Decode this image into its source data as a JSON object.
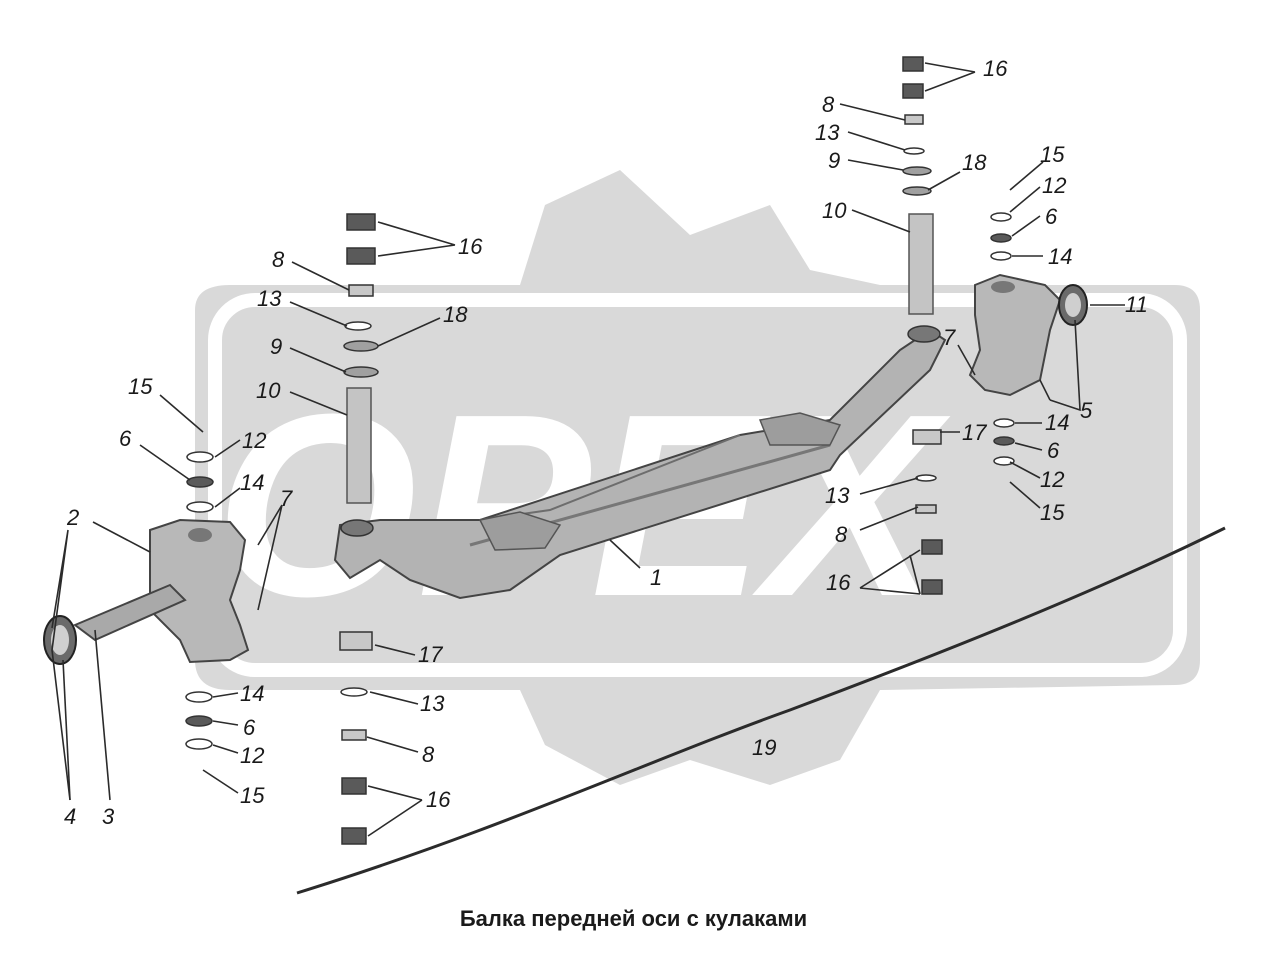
{
  "caption": "Балка передней оси с кулаками",
  "watermark": {
    "text": "ОРЕХ",
    "color": "#d9d9d9"
  },
  "part_labels": [
    "1",
    "2",
    "3",
    "4",
    "5",
    "6",
    "7",
    "8",
    "9",
    "10",
    "11",
    "12",
    "13",
    "14",
    "15",
    "16",
    "17",
    "18",
    "19"
  ],
  "callouts": {
    "c16_top_right": "16",
    "c8_top_right": "8",
    "c13_top_right": "13",
    "c9_top_right": "9",
    "c18_top_right": "18",
    "c10_top_right": "10",
    "c15_top_right": "15",
    "c12_top_right": "12",
    "c6_top_right": "6",
    "c14_top_right": "14",
    "c11": "11",
    "c7_right": "7",
    "c5": "5",
    "c17_right": "17",
    "c14_right_low": "14",
    "c6_right_low": "6",
    "c12_right_low": "12",
    "c15_right_low": "15",
    "c13_right_low": "13",
    "c8_right_low": "8",
    "c16_right_low": "16",
    "c1": "1",
    "c19": "19",
    "c16_mid_top": "16",
    "c8_mid_top": "8",
    "c13_mid_top": "13",
    "c18_mid": "18",
    "c9_mid": "9",
    "c10_mid": "10",
    "c17_mid": "17",
    "c13_mid_low": "13",
    "c8_mid_low": "8",
    "c16_mid_low": "16",
    "c15_left_top": "15",
    "c6_left_top": "6",
    "c12_left_top": "12",
    "c14_left_top": "14",
    "c7_left": "7",
    "c2": "2",
    "c4": "4",
    "c3": "3",
    "c14_left_low": "14",
    "c6_left_low": "6",
    "c12_left_low": "12",
    "c15_left_low": "15"
  }
}
